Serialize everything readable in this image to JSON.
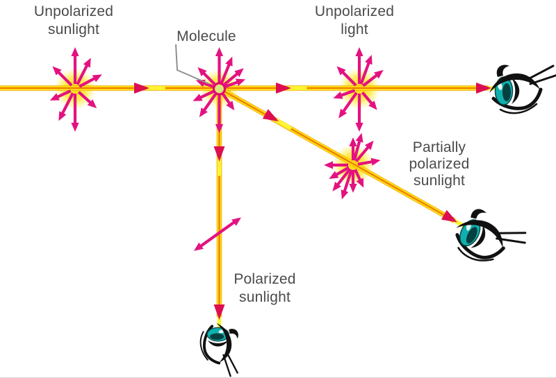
{
  "figure": {
    "labels": {
      "unpolarized_sunlight": "Unpolarized\nsunlight",
      "molecule": "Molecule",
      "unpolarized_light": "Unpolarized\nlight",
      "partially_polarized_sunlight": "Partially\npolarized\nsunlight",
      "polarized_sunlight": "Polarized\nsunlight"
    },
    "icons": {
      "eye": "eye-icon",
      "molecule": "molecule-icon",
      "starburst": "vibration-arrows-icon",
      "polarization": "double-headed-arrow-icon"
    },
    "colors": {
      "ray_yellow": "#FFE312",
      "ray_edge": "#EFA90C",
      "ray_orange": "#EF7D00",
      "flare_yellow": "#FFF531",
      "arrow_magenta": "#E31280",
      "arrowhead_crimson": "#DC0E52",
      "molecule_fill": "#D8E87D",
      "molecule_ring": "#E30A6B",
      "iris_teal": "#0FAFAD",
      "text_gray": "#4A4A4A",
      "pointer_gray": "#8F8F8F",
      "glow_yellow": "#FFD800"
    }
  }
}
